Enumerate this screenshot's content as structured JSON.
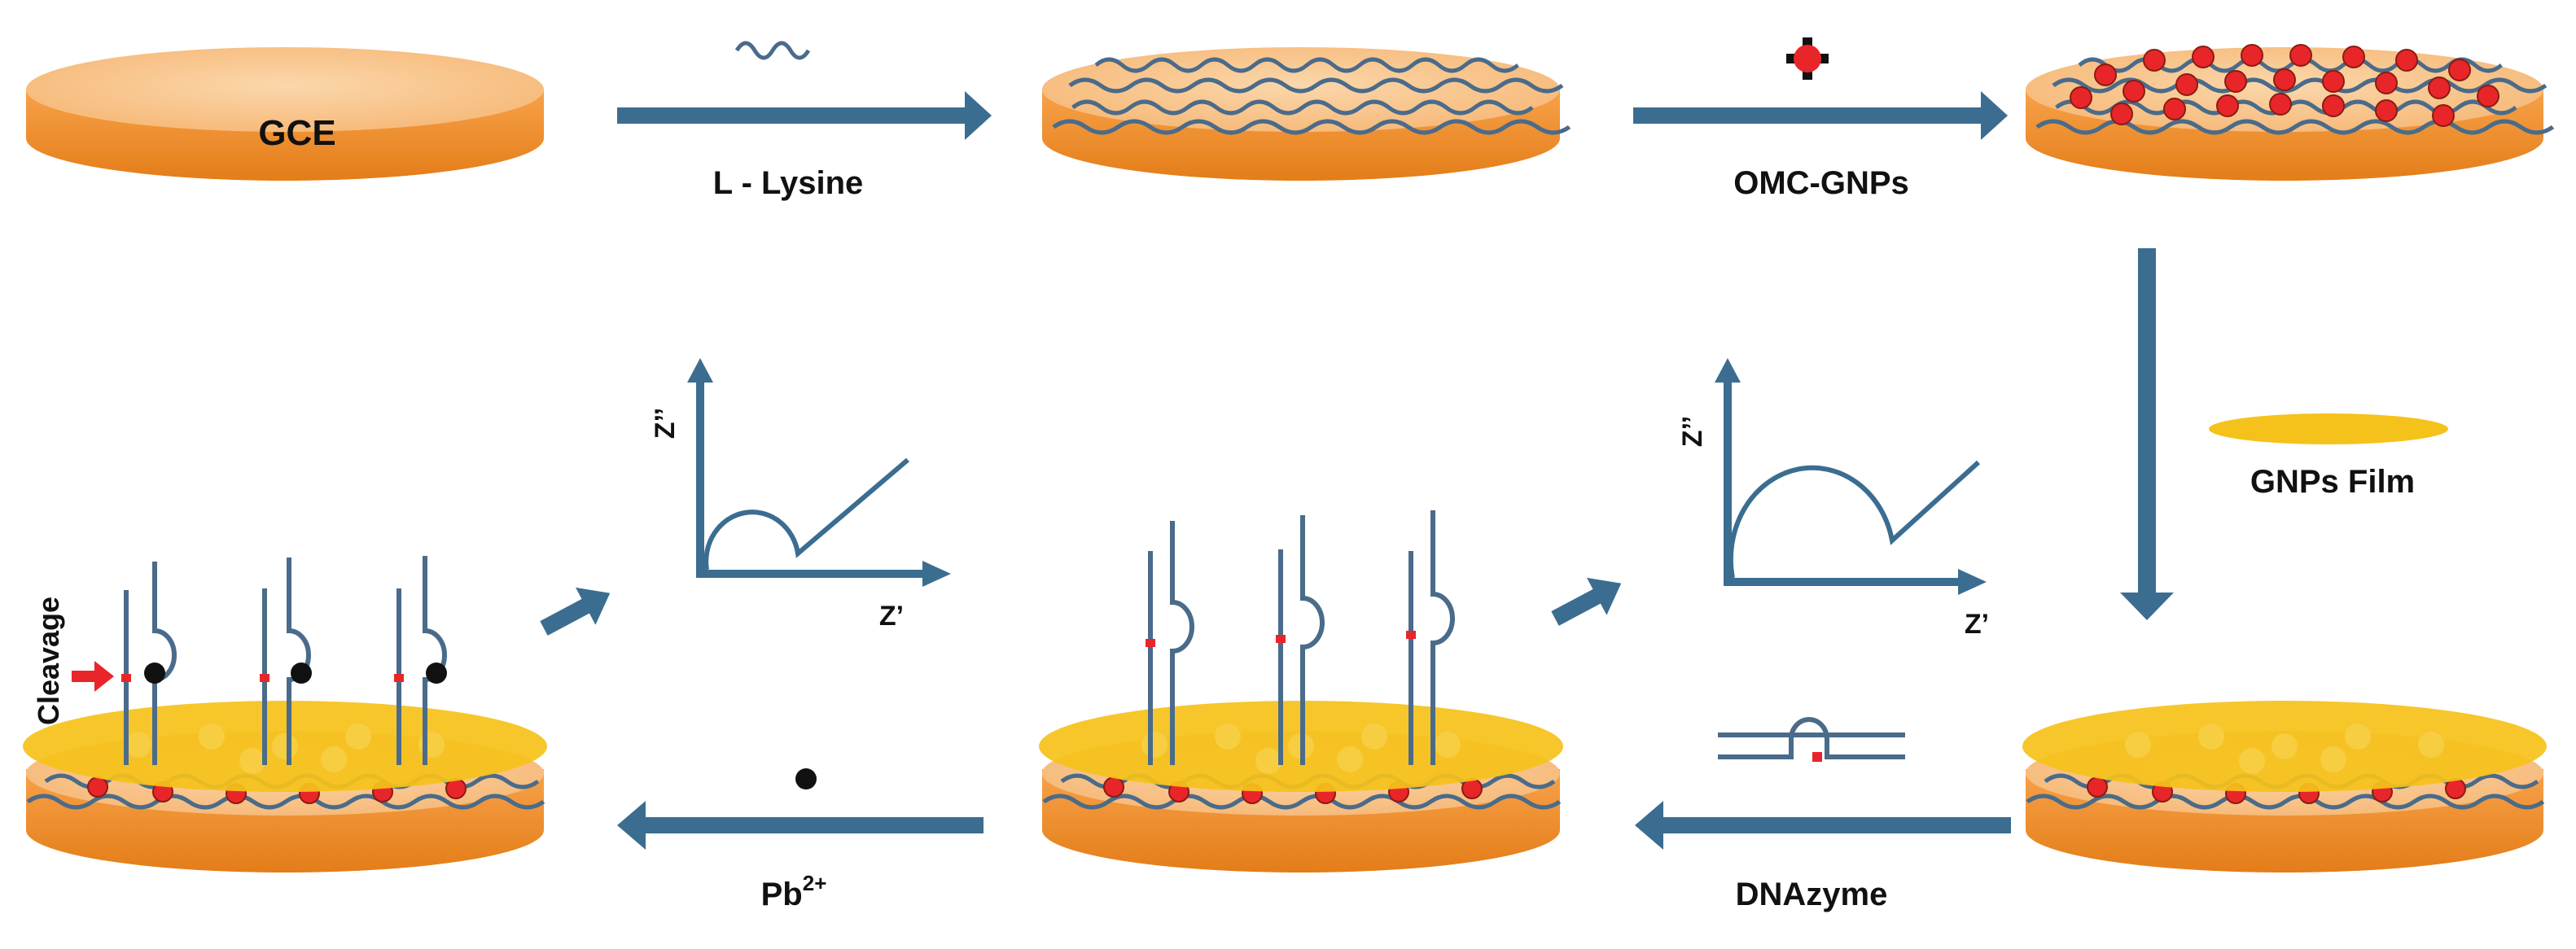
{
  "labels": {
    "electrode": "GCE",
    "step1": "L - Lysine",
    "step2": "OMC-GNPs",
    "step3": "GNPs Film",
    "step4": "DNAzyme",
    "step5_base": "Pb",
    "step5_sup": "2+",
    "cleavage": "Cleavage",
    "axis_y": "Z’’",
    "axis_x": "Z’"
  },
  "colors": {
    "disc_top": "#f9c68f",
    "disc_side": "#f28a22",
    "arrow": "#3b6d91",
    "strand": "#4a6b8a",
    "particle": "#e8262a",
    "gold_film": "#f5c21b",
    "ion": "#111111"
  },
  "icons": {
    "electrode": "disc-electrode-icon",
    "lysine": "wavy-chain-icon",
    "nanoparticle": "omc-gnp-icon",
    "film": "gold-film-icon",
    "dnazyme": "dnazyme-duplex-icon",
    "ion": "lead-ion-icon"
  }
}
